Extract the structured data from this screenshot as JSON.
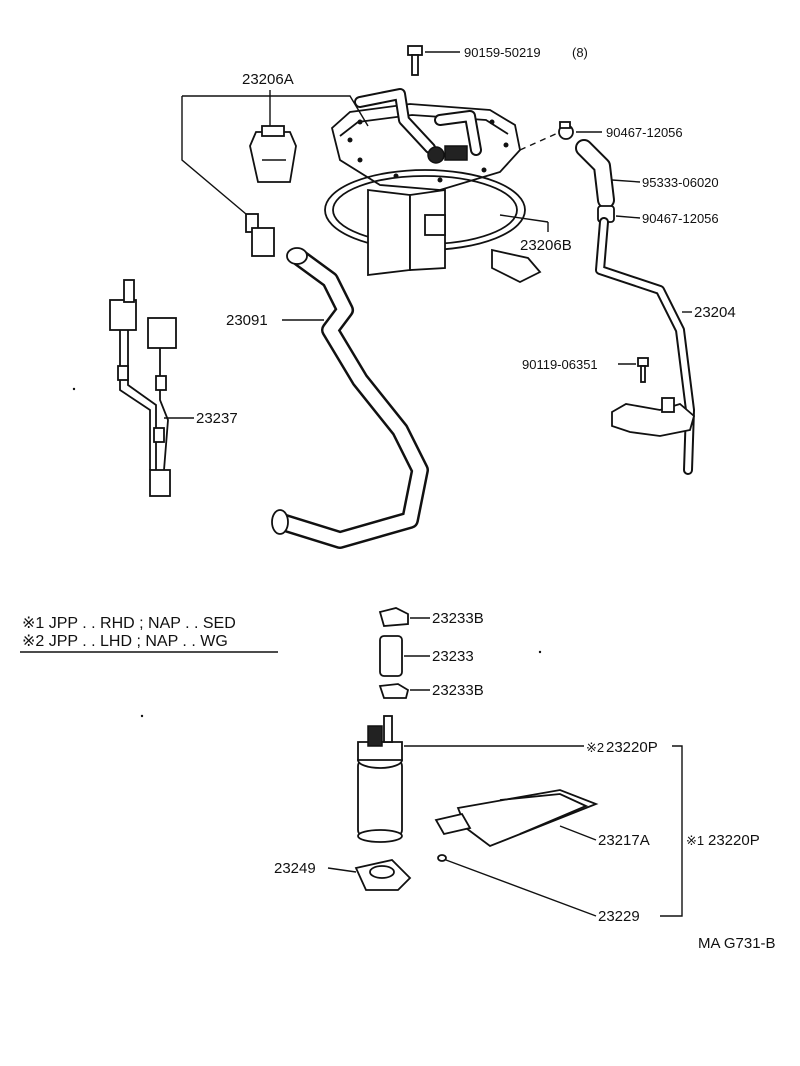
{
  "callouts": {
    "bolt_90159": "90159-50219",
    "bolt_qty": "(8)",
    "part_23206A": "23206A",
    "clamp_upper": "90467-12056",
    "hose_95333": "95333-06020",
    "clamp_lower": "90467-12056",
    "part_23206B": "23206B",
    "part_23091": "23091",
    "part_23204": "23204",
    "bolt_90119": "90119-06351",
    "part_23237": "23237",
    "part_23233B_top": "23233B",
    "part_23233": "23233",
    "part_23233B_bottom": "23233B",
    "mark_2": "※2",
    "part_23220P_2": "23220P",
    "part_23217A": "23217A",
    "mark_1": "※1",
    "part_23220P_1": "23220P",
    "part_23249": "23249",
    "part_23229": "23229"
  },
  "notes": {
    "note1": "※1  JPP . . RHD ; NAP . . SED",
    "note2": "※2  JPP . . LHD ; NAP . . WG"
  },
  "figure_code": "MA G731-B"
}
